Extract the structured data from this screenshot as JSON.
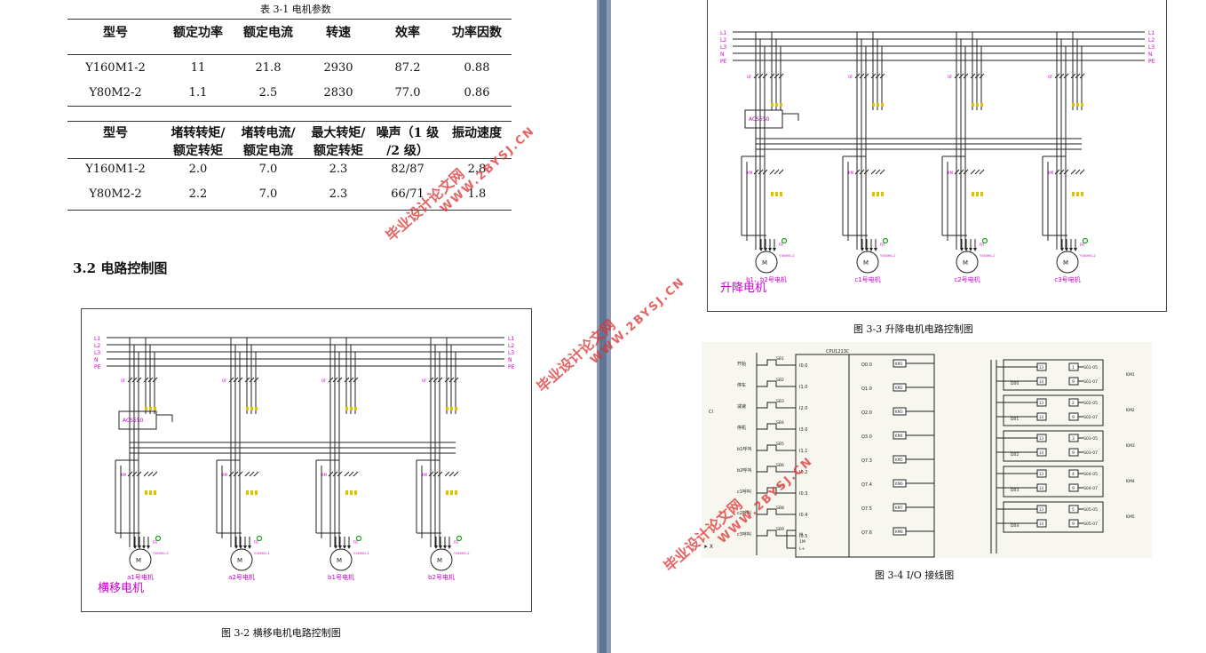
{
  "left_page": {
    "table_caption": "表 3-1 电机参数",
    "table1": {
      "headers": [
        "型号",
        "额定功率",
        "额定电流",
        "转速",
        "效率",
        "功率因数"
      ],
      "rows": [
        [
          "Y160M1-2",
          "11",
          "21.8",
          "2930",
          "87.2",
          "0.88"
        ],
        [
          "Y80M2-2",
          "1.1",
          "2.5",
          "2830",
          "77.0",
          "0.86"
        ]
      ]
    },
    "table2": {
      "headers_line1": [
        "型号",
        "堵转转矩/",
        "堵转电流/",
        "最大转矩/",
        "噪声（1 级",
        "振动速度"
      ],
      "headers_line2": [
        "",
        "额定转矩",
        "额定电流",
        "额定转矩",
        "/2 级）",
        ""
      ],
      "rows": [
        [
          "Y160M1-2",
          "2.0",
          "7.0",
          "2.3",
          "82/87",
          "2.8"
        ],
        [
          "Y80M2-2",
          "2.2",
          "7.0",
          "2.3",
          "66/71",
          "1.8"
        ]
      ]
    },
    "section_heading": "3.2 电路控制图",
    "figure_3_2": {
      "caption": "图 3-2 横移电机电路控制图",
      "title": "横移电机",
      "bus_labels": [
        "L1",
        "L2",
        "L3",
        "N",
        "PE"
      ],
      "controller": "ACS550",
      "motor_labels": [
        "a1号电机",
        "a2号电机",
        "b1号电机",
        "b2号电机"
      ]
    }
  },
  "right_page": {
    "figure_3_3": {
      "caption": "图 3-3 升降电机电路控制图",
      "title": "升降电机",
      "bus_labels": [
        "L1",
        "L2",
        "L3",
        "N",
        "PE"
      ],
      "controller": "ACS550",
      "motor_labels": [
        "b1、b2号电机",
        "c1号电机",
        "c2号电机",
        "c3号电机"
      ]
    },
    "figure_3_4": {
      "caption": "图 3-4 I/O 接线图",
      "plc_label": "CPU1213C",
      "input_labels": [
        "开始",
        "停车",
        "减速",
        "停机",
        "b1呼叫",
        "b2呼叫",
        "c1呼叫",
        "c2呼叫",
        "c3呼叫"
      ],
      "switch_labels": [
        "SB1",
        "SB2",
        "SB3",
        "SB4",
        "SB5",
        "SB6",
        "SB7",
        "SB8",
        "SB9"
      ],
      "input_addresses": [
        "I0.0",
        "I1.0",
        "I2.0",
        "I3.0",
        "I1.1",
        "I0.2",
        "I0.3",
        "I0.4",
        "I0.5"
      ],
      "output_addresses": [
        "Q0.0",
        "Q1.0",
        "Q2.0",
        "Q3.0",
        "Q7.3",
        "Q7.4",
        "Q7.5",
        "Q7.6"
      ],
      "relay_labels": [
        "KM1",
        "KM2",
        "KM3",
        "KM4",
        "KM5",
        "KM6",
        "KM7",
        "KM8"
      ],
      "right_groups": [
        {
          "d": "D00",
          "km": "KM1",
          "n1": "1",
          "a1": "S01-05",
          "a2": "S01-07"
        },
        {
          "d": "D01",
          "km": "KM2",
          "n1": "2",
          "a1": "S02-05",
          "a2": "S02-07"
        },
        {
          "d": "D02",
          "km": "KM3",
          "n1": "3",
          "a1": "S03-05",
          "a2": "S03-07"
        },
        {
          "d": "D03",
          "km": "KM4",
          "n1": "4",
          "a1": "S04-05",
          "a2": "S04-07"
        },
        {
          "d": "D04",
          "km": "KM5",
          "n1": "5",
          "a1": "S05-05",
          "a2": "S05-07"
        }
      ],
      "misc_labels": [
        "M",
        "1M",
        "L+"
      ]
    }
  },
  "watermarks": [
    "毕业设计论文网",
    "WWW.2BYSJ.CN"
  ],
  "colors": {
    "watermark": "#e03030",
    "magenta": "#cc00cc",
    "yellow": "#e0c000",
    "green": "#19a019"
  }
}
